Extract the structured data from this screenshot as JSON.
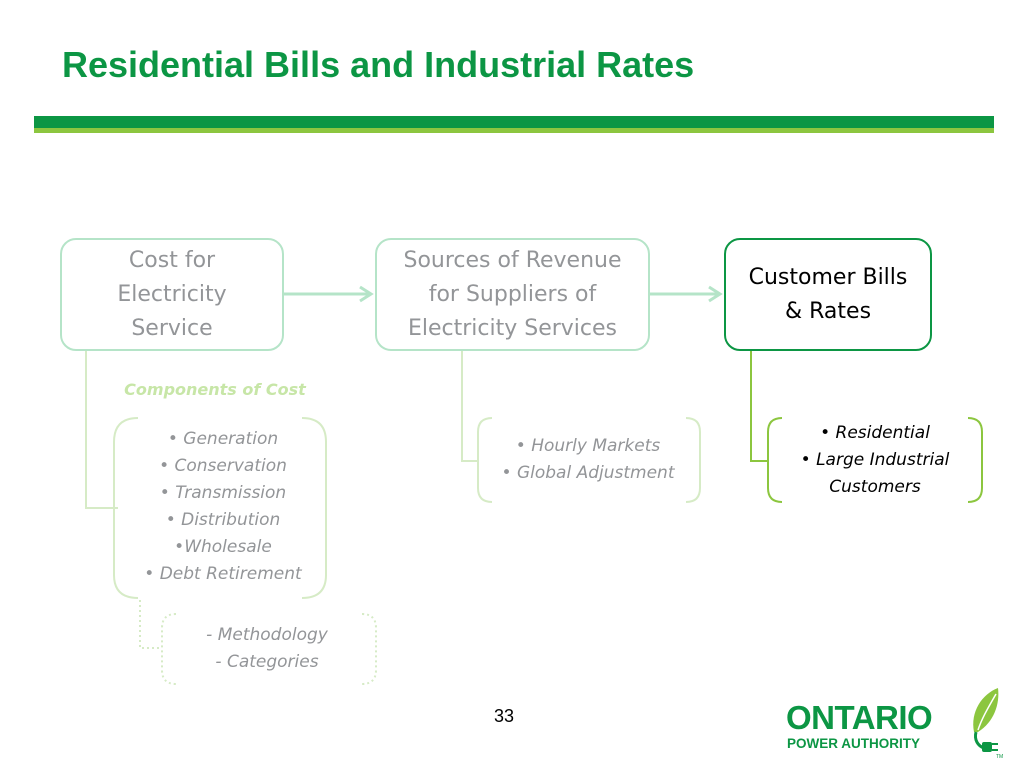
{
  "slide": {
    "title": "Residential Bills and Industrial Rates",
    "page_number": "33"
  },
  "flow": {
    "boxes": [
      {
        "label": "Cost for\nElectricity\nService"
      },
      {
        "label": "Sources of Revenue\nfor Suppliers of\nElectricity Services"
      },
      {
        "label": "Customer Bills\n& Rates"
      }
    ]
  },
  "components": {
    "title": "Components of Cost",
    "items": [
      "• Generation",
      "• Conservation",
      "• Transmission",
      "• Distribution",
      "•Wholesale",
      "• Debt Retirement"
    ],
    "sub_items": [
      "- Methodology",
      "- Categories"
    ]
  },
  "revenue": {
    "items": [
      "• Hourly Markets",
      "• Global Adjustment"
    ]
  },
  "bills": {
    "items": [
      "• Residential",
      "• Large Industrial",
      "Customers"
    ]
  },
  "logo": {
    "line1": "ONTARIO",
    "line2": "POWER AUTHORITY",
    "trademark": "TM"
  },
  "colors": {
    "brand_green": "#0c9644",
    "light_green": "#8cc63f",
    "faded_green": "#b5e4c8",
    "muted_text": "#939598"
  }
}
